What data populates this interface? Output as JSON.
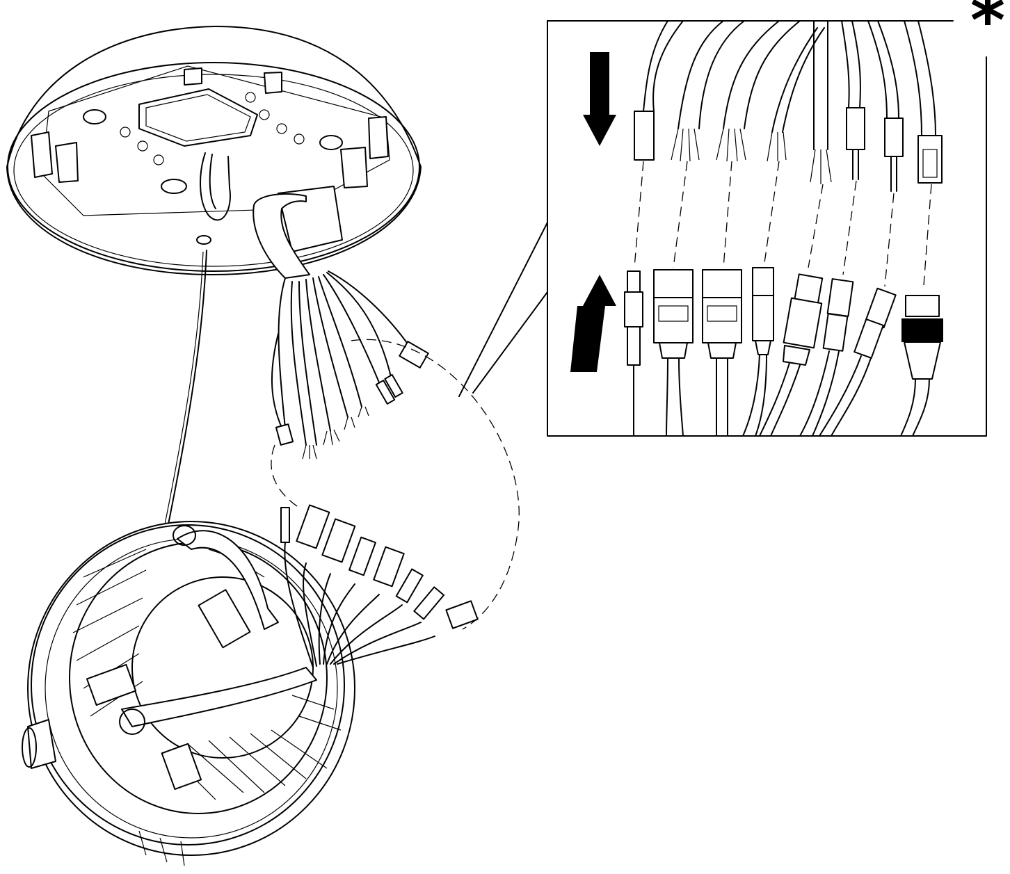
{
  "figure": {
    "marker_symbol": "*",
    "stroke_color": "#000000",
    "background_color": "#ffffff",
    "direction_icons": [
      "arrow-down-icon",
      "arrow-up-icon"
    ],
    "connector_types": [
      "coax",
      "terminal-4pin",
      "terminal-4pin",
      "terminal-2pin",
      "terminal-3pin",
      "dc-jack",
      "audio-jack",
      "rj45"
    ]
  }
}
